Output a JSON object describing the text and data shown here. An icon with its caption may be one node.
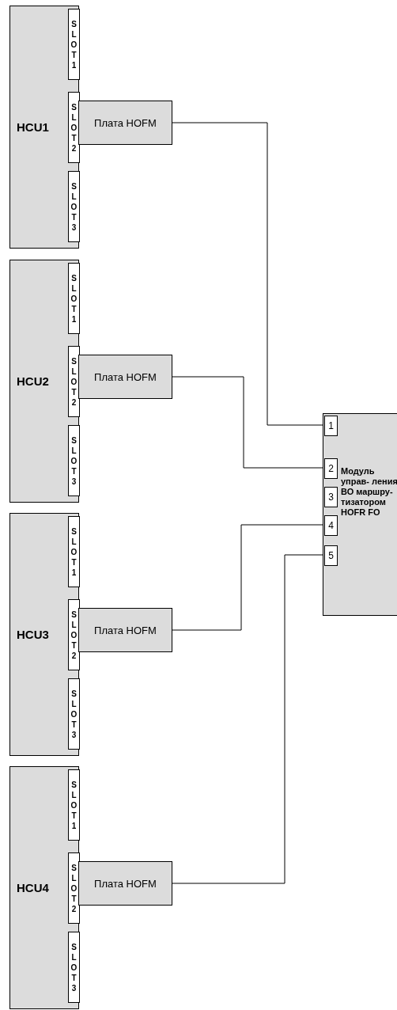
{
  "diagram": {
    "nodes": [
      {
        "text": [
          "HCU1"
        ]
      },
      {
        "text": [
          "SLOT1"
        ],
        "in": 0
      },
      {
        "text": [
          "SLOT2"
        ],
        "in": 0
      },
      {
        "text": [
          "SLOT3"
        ],
        "in": 0
      },
      {
        "text": [
          "Плата HOFM"
        ]
      },
      {
        "text": [
          "HCU2"
        ]
      },
      {
        "text": [
          "SLOT1"
        ],
        "in": 5
      },
      {
        "text": [
          "SLOT2"
        ],
        "in": 5
      },
      {
        "text": [
          "SLOT3"
        ],
        "in": 5
      },
      {
        "text": [
          "Плата HOFM"
        ]
      },
      {
        "text": [
          "HCU3"
        ]
      },
      {
        "text": [
          "SLOT1"
        ],
        "in": 10
      },
      {
        "text": [
          "SLOT2"
        ],
        "in": 10
      },
      {
        "text": [
          "SLOT3"
        ],
        "in": 10
      },
      {
        "text": [
          "Плата HOFM"
        ]
      },
      {
        "text": [
          "HCU4"
        ]
      },
      {
        "text": [
          "SLOT1"
        ],
        "in": 15
      },
      {
        "text": [
          "SLOT2"
        ],
        "in": 15
      },
      {
        "text": [
          "SLOT3"
        ],
        "in": 15
      },
      {
        "text": [
          "Плата HOFM"
        ]
      },
      {
        "text": [
          "Модуль управ- ления ВО маршру- тизатором HOFR FO"
        ]
      },
      {
        "text": [
          "1"
        ],
        "in": 20
      },
      {
        "text": [
          "2"
        ],
        "in": 20
      },
      {
        "text": [
          "3"
        ],
        "in": 20
      },
      {
        "text": [
          "4"
        ],
        "in": 20
      },
      {
        "text": [
          "5"
        ],
        "in": 20
      }
    ],
    "edges": [
      {
        "from": 4,
        "to": 21,
        "arrow": "none"
      },
      {
        "from": 9,
        "to": 22,
        "arrow": "none"
      },
      {
        "from": 14,
        "to": 24,
        "arrow": "none"
      },
      {
        "from": 19,
        "to": 25,
        "arrow": "none"
      }
    ]
  }
}
